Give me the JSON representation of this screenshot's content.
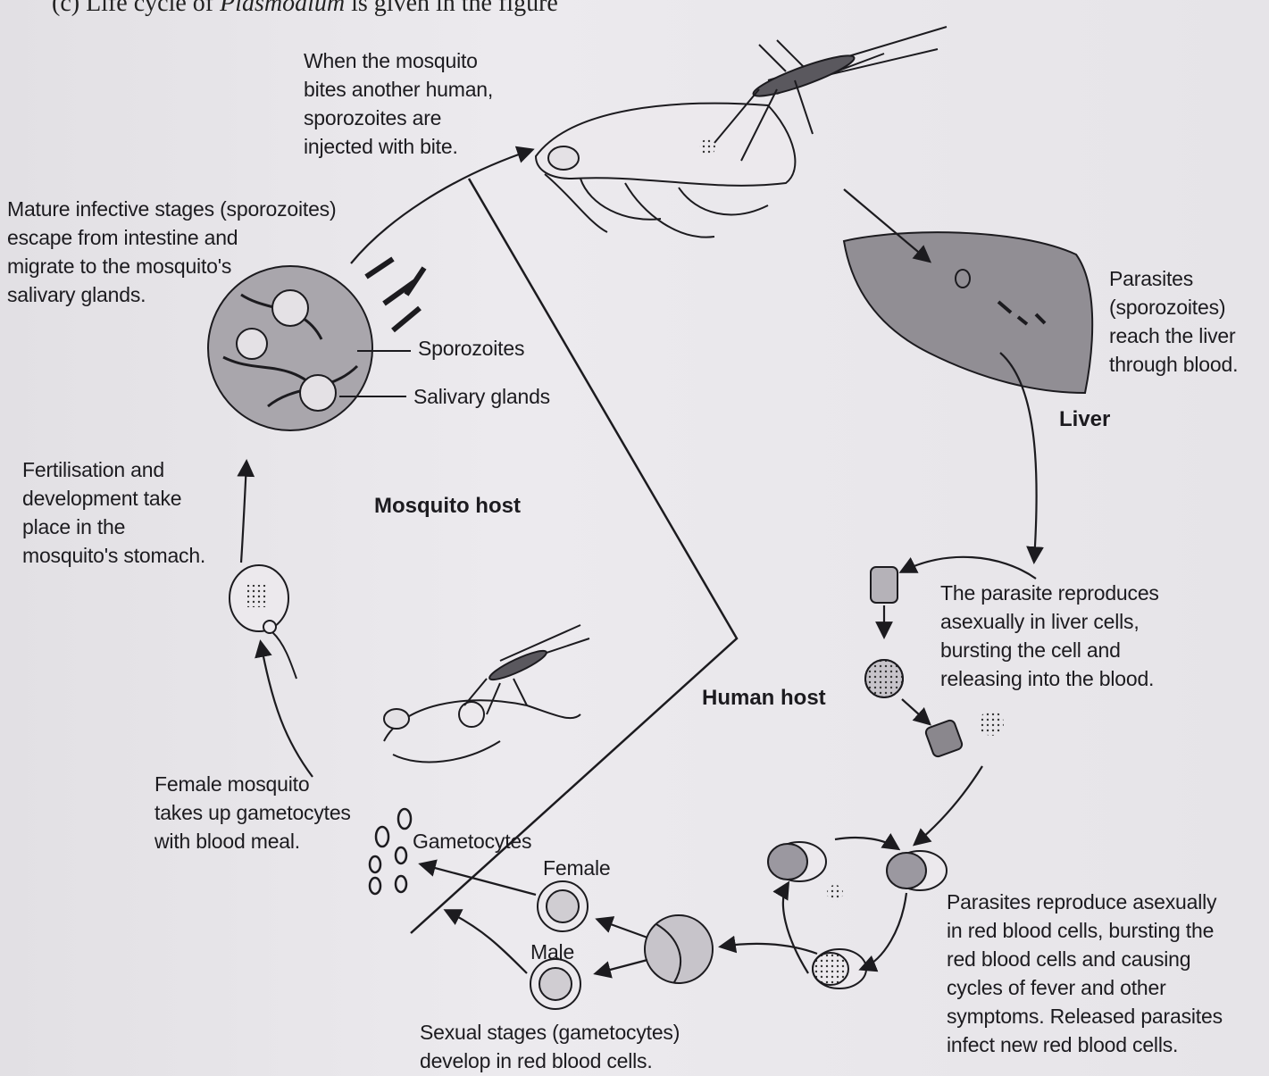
{
  "caption": {
    "prefix": "(c) Life cycle of ",
    "organism": "Plasmodium",
    "suffix": " is given in the figure"
  },
  "labels": {
    "bite": "When the mosquito\nbites another human,\nsporozoites are\ninjected with bite.",
    "mature": "Mature infective stages (sporozoites)\nescape from intestine and\nmigrate to the mosquito's\nsalivary glands.",
    "sporozoites": "Sporozoites",
    "salivary": "Salivary glands",
    "fertilisation": "Fertilisation and\ndevelopment take\nplace in the\nmosquito's stomach.",
    "female_mosquito": "Female mosquito\ntakes up gametocytes\nwith blood meal.",
    "gametocytes": "Gametocytes",
    "female": "Female",
    "male": "Male",
    "sexual": "Sexual stages (gametocytes)\ndevelop in red blood cells.",
    "liver_parasites": "Parasites\n(sporozoites)\nreach the liver\nthrough blood.",
    "liver": "Liver",
    "reproduce_liver": "The parasite reproduces\nasexually in liver cells,\nbursting the cell and\nreleasing into the blood.",
    "rbc": "Parasites reproduce asexually\nin red blood cells, bursting the\nred blood cells and causing\ncycles of fever and other\nsymptoms. Released parasites\ninfect new red blood cells."
  },
  "hosts": {
    "mosquito": "Mosquito host",
    "human": "Human host"
  },
  "colors": {
    "ink": "#1c1b1f",
    "shade": "#8a878d",
    "liver": "#8f8c92",
    "background": "#e9e7ea"
  }
}
